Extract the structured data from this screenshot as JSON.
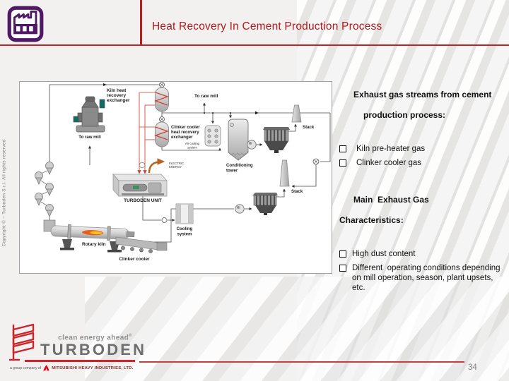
{
  "header": {
    "title": "Heat Recovery In Cement Production Process"
  },
  "left_margin": {
    "copyright": "Copyright © – Turboden S.r.l. All rights reserved"
  },
  "right_column": {
    "bullet_icon": "empty-checkbox",
    "block1": {
      "heading_line1": "Exhaust gas streams from cement",
      "heading_line2": "production process:",
      "items": [
        {
          "label": "Kiln pre-heater gas"
        },
        {
          "label": "Clinker cooler gas"
        }
      ]
    },
    "block2": {
      "heading_line1": "Main  Exhaust Gas",
      "heading_line2": "Characteristics:",
      "items": [
        {
          "label": "High dust content"
        },
        {
          "label": "Different  operating conditions depending on mill operation, season, plant upsets, etc."
        }
      ]
    }
  },
  "diagram": {
    "labels": {
      "kiln_hx_1": "Kiln heat",
      "kiln_hx_2": "recovery",
      "kiln_hx_3": "exchanger",
      "to_raw_mill_left": "To raw mill",
      "to_raw_mill_right": "To raw mill",
      "clinker_hx_1": "Clinker cooler",
      "clinker_hx_2": "heat recovery",
      "clinker_hx_3": "exchanger",
      "air_cooling_1": "Air cooling",
      "air_cooling_2": "system",
      "electric_1": "ELECTRIC",
      "electric_2": "ENERGY",
      "turboden_unit": "TURBODEN UNIT",
      "conditioning_1": "Conditioning",
      "conditioning_2": "tower",
      "cooling_1": "Cooling",
      "cooling_2": "system",
      "rotary_kiln": "Rotary kiln",
      "clinker_cooler": "Clinker cooler",
      "stack_top": "Stack",
      "stack_bottom": "Stack"
    }
  },
  "footer": {
    "tagline": "clean energy ahead",
    "registered_mark": "®",
    "brand": "TURBODEN",
    "group_text": "a group company of",
    "group_company": "MITSUBISHI HEAVY INDUSTRIES, LTD.",
    "page_number": "34"
  },
  "colors": {
    "accent_red": "#b5201f",
    "brand_purple": "#4e1a63",
    "logo_red": "#c9252c"
  }
}
